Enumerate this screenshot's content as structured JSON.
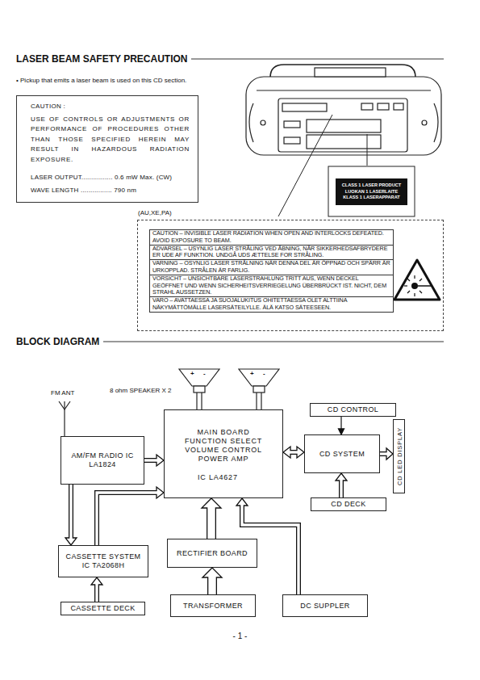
{
  "diagram": {
    "title": "LASER BEAM SAFETY PRECAUTION",
    "nodes": [
      {
        "text": [
          "CAUTION :",
          "USE OF CONTROLS OR ADJUSTMENTS OR PERFORMANCE OF PROCEDURES OTHER THAN THOSE SPECIFIED HEREIN MAY RESULT IN HAZARDOUS RADIATION EXPOSURE.",
          "LASER OUTPUT................ 0.6 mW Max. (CW)",
          "WAVE LENGTH ................ 790 nm"
        ]
      },
      {
        "text": [
          "CLASS 1 LASER PRODUCT LUOKAN 1 LASERLAITE KLASS 1 LASERAPPARAT"
        ]
      },
      {
        "text": [
          "(AU,XE,PA)"
        ]
      },
      {
        "text": [
          "CAUTION – INVISIBLE LASER RADIATION WHEN OPEN AND INTERLOCKS DEFEATED. AVOID EXPOSURE TO BEAM.",
          "ADVARSEL – USYNLIG LASER STRÅLING VED ÅBNING, NÅR SIKKERHEDSAFBRYDERE ER UDE AF FUNKTION. UNDGÅ UDS ÆTTELSE FOR STRÅLING.",
          "VARNING – OSYNLIG LASER STRÅLNING NÄR DENNA DEL ÄR ÖPPNAD OCH SPÄRR ÄR URKOPPLAD. STRÅLEN ÄR FARLIG.",
          "VORSICHT – UNSICHTBARE LASERSTRAHLUNG TRITT AUS, WENN DECKEL GEÖFFNET UND WENN SICHERHEITSVERRIEGELUNG ÜBERBRÜCKT IST. NICHT, DEM STRAHL AUSSETZEN.",
          "VARO – AVATTAESSA JA SUOJALUKITUS OHITETTAESSA OLET ALTTIINA NÄKYMÄTTÖMÄLLE LASERSÄTEILYLLE. ÄLÄ KATSO SÄTEESEEN."
        ],
        "in": 2
      },
      {
        "text": [
          "MAIN BOARD FUNCTION SELECT VOLUME CONTROL POWER AMP",
          "IC LA4627"
        ]
      },
      {
        "text": [
          "AM/FM RADIO IC LA1824"
        ]
      },
      {
        "text": [
          "CD CONTROL"
        ]
      },
      {
        "text": [
          "CD SYSTEM"
        ]
      },
      {
        "text": [
          "CD LED DISPLAY"
        ]
      },
      {
        "text": [
          "CD DECK"
        ]
      },
      {
        "text": [
          "CASSETTE SYSTEM IC TA2068H"
        ]
      },
      {
        "text": [
          "RECTIFIER BOARD"
        ]
      },
      {
        "text": [
          "CASSETTE DECK"
        ]
      },
      {
        "text": [
          "TRANSFORMER"
        ]
      },
      {
        "text": [
          "DC SUPPLER"
        ]
      }
    ],
    "edges": [
      {
        "from": 5,
        "to": 4,
        "arrow": "to"
      },
      {
        "from": 4,
        "to": 7,
        "arrow": "both"
      },
      {
        "from": 6,
        "to": 7,
        "arrow": "to"
      },
      {
        "from": 7,
        "to": 8,
        "arrow": "to"
      },
      {
        "from": 9,
        "to": 7,
        "arrow": "to"
      },
      {
        "from": 10,
        "to": 4,
        "arrow": "to"
      },
      {
        "from": 5,
        "to": 10,
        "arrow": "to"
      },
      {
        "from": 12,
        "to": 10,
        "arrow": "to"
      },
      {
        "from": 11,
        "to": 4,
        "arrow": "to"
      },
      {
        "from": 13,
        "to": 11,
        "arrow": "to"
      },
      {
        "from": 14,
        "to": 4,
        "arrow": "to"
      }
    ],
    "labels": [
      "• Pickup that emits a laser beam is used on this CD section.",
      "BLOCK DIAGRAM",
      "FM ANT",
      "8 ohm SPEAKER X 2",
      "+",
      "-",
      "+",
      "-",
      "- 1 -"
    ]
  }
}
